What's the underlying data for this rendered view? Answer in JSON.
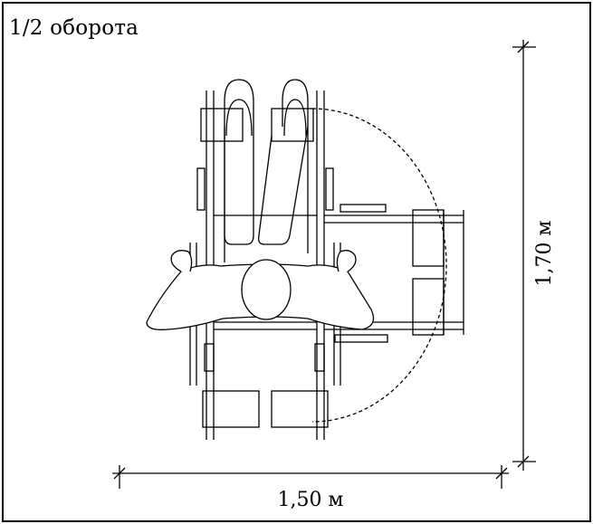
{
  "title": "1/2 оборота",
  "dimensions": {
    "width_label": "1,50 м",
    "height_label": "1,70 м"
  },
  "colors": {
    "line": "#000000",
    "background": "#ffffff"
  }
}
